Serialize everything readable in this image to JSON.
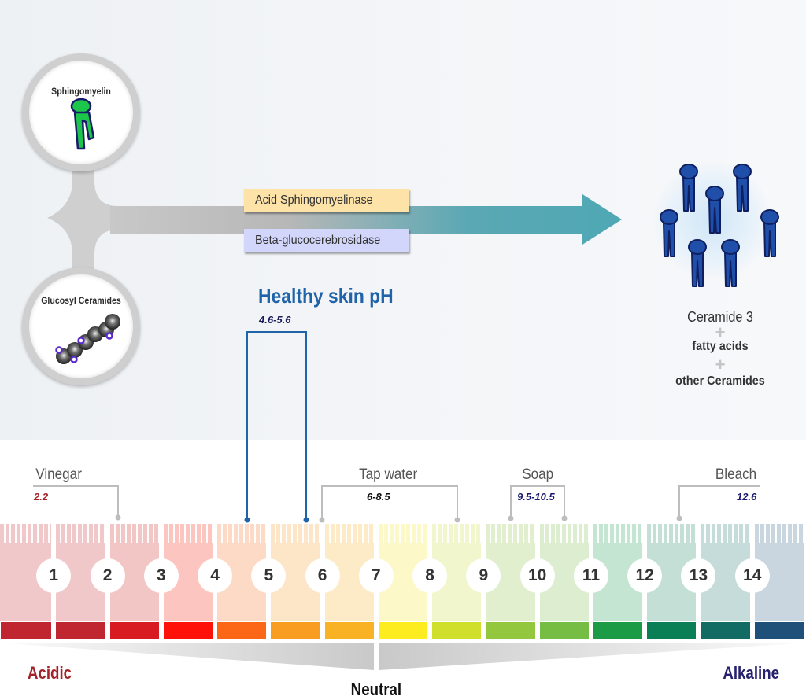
{
  "substrates": [
    {
      "label": "Sphingomyelin",
      "icon": "sphingomyelin-molecule-icon"
    },
    {
      "label": "Glucosyl Ceramides",
      "icon": "glucosyl-ceramide-chain-icon"
    }
  ],
  "enzymes": [
    {
      "label": "Acid Sphingomyelinase",
      "color": "#fde3a7"
    },
    {
      "label": "Beta-glucocerebrosidase",
      "color": "#d2d6fb"
    }
  ],
  "arrow": {
    "start_color": "#b9b9b9",
    "end_color": "#4fa8b5"
  },
  "products": {
    "icon": "ceramide-cluster-icon",
    "molecule_count": 7,
    "molecule_color": "#1f4fa8",
    "lines": [
      "Ceramide 3",
      "fatty acids",
      "other Ceramides"
    ],
    "separator": "+"
  },
  "healthy_skin": {
    "title": "Healthy skin pH",
    "range": "4.6-5.6",
    "min": 4.6,
    "max": 5.6,
    "color": "#1f63a8"
  },
  "examples": [
    {
      "name": "Vinegar",
      "value": "2.2",
      "value_color": "#a3232a"
    },
    {
      "name": "Tap water",
      "value": "6-8.5",
      "value_color": "#111111"
    },
    {
      "name": "Soap",
      "value": "9.5-10.5",
      "value_color": "#1a1a70"
    },
    {
      "name": "Bleach",
      "value": "12.6",
      "value_color": "#1a1a70"
    }
  ],
  "ph_scale": {
    "numbers": [
      "1",
      "2",
      "3",
      "4",
      "5",
      "6",
      "7",
      "8",
      "9",
      "10",
      "11",
      "12",
      "13",
      "14"
    ],
    "light_colors": [
      "#f0c8c9",
      "#f0c8c9",
      "#f3c6c6",
      "#fdc5c0",
      "#fcdac6",
      "#fde6c8",
      "#fdebc8",
      "#fdf8c8",
      "#f2f6cc",
      "#e2efcf",
      "#ddedd0",
      "#c5e5d3",
      "#c4dfd6",
      "#c6dcda",
      "#c9d5df"
    ],
    "band_colors": [
      "#c02630",
      "#c02630",
      "#d71b20",
      "#fd1109",
      "#fb6617",
      "#f89d22",
      "#fab225",
      "#fcec20",
      "#d0de2c",
      "#93c83e",
      "#76bd43",
      "#1c9b47",
      "#0a7f55",
      "#126c63",
      "#1f5079"
    ],
    "acidic_label": "Acidic",
    "neutral_label": "Neutral",
    "alkaline_label": "Alkaline",
    "acidic_color": "#a3232a",
    "alkaline_color": "#26226e",
    "neutral_color": "#111111"
  }
}
